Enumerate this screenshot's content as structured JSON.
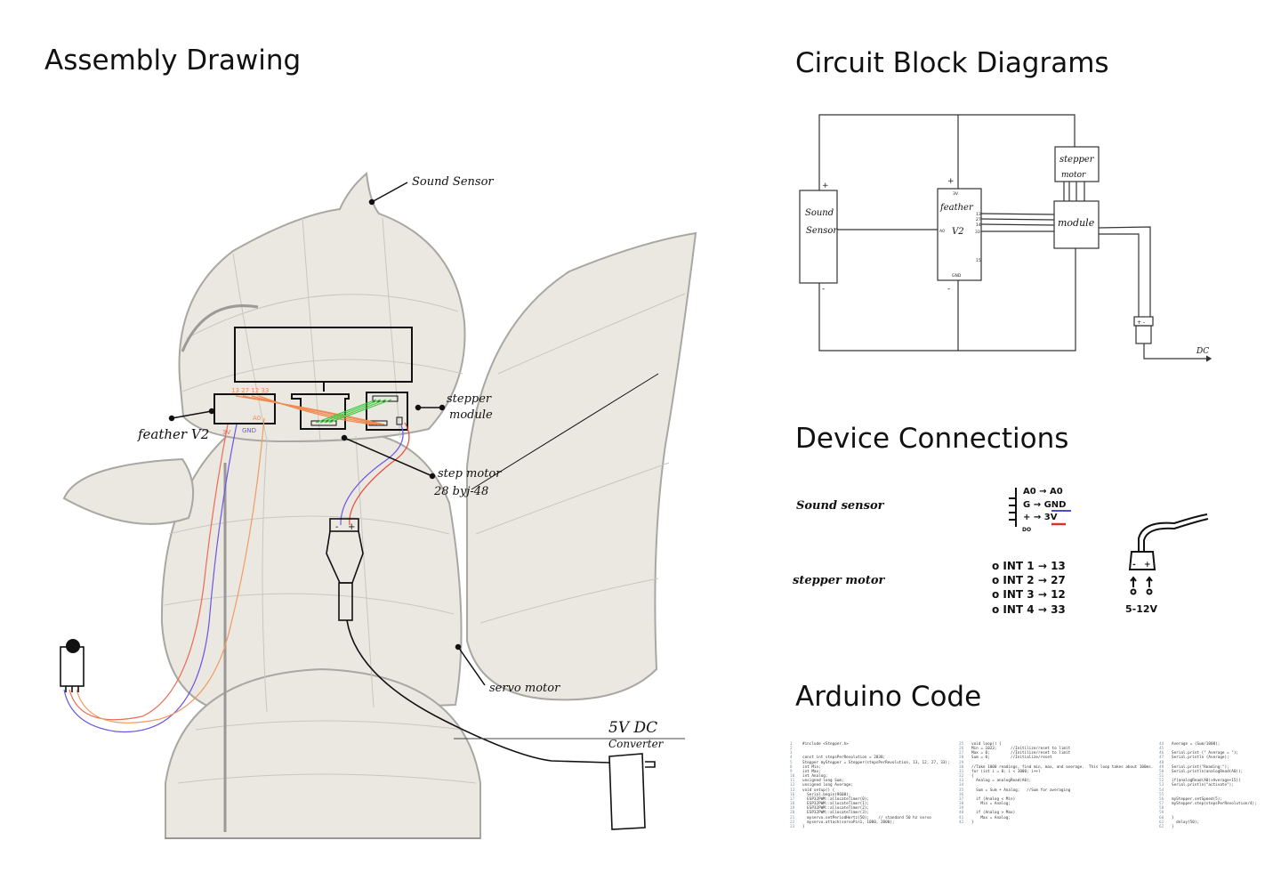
{
  "sections": {
    "assembly": "Assembly Drawing",
    "circuit": "Circuit Block Diagrams",
    "devices": "Device Connections",
    "code": "Arduino Code"
  },
  "assembly_labels": {
    "sound_sensor": "Sound Sensor",
    "feather": "feather V2",
    "stepper_module_1": "stepper",
    "stepper_module_2": "module",
    "step_motor_1": "step motor",
    "step_motor_2": "28 byj-48",
    "servo_motor": "servo motor",
    "dc_1": "5V DC",
    "dc_2": "Converter",
    "pins": "13 27 12 33",
    "pin_3v": "3V",
    "pin_gnd": "GND",
    "pin_a0": "A0",
    "connector_minus": "-",
    "connector_plus": "+"
  },
  "circuit": {
    "sound_sensor_1": "Sound",
    "sound_sensor_2": "Sensor",
    "feather_1": "feather",
    "feather_2": "V2",
    "pin_3v": "3V",
    "pin_a0": "A0",
    "pin_gnd": "GND",
    "pin_15": "15",
    "pins": [
      "13",
      "27",
      "14",
      "33"
    ],
    "stepper_1": "stepper",
    "stepper_2": "motor",
    "module": "module",
    "plus": "+",
    "minus": "-",
    "dc": "DC",
    "connector": "+ -"
  },
  "devices": {
    "sound_sensor": "Sound sensor",
    "sensor_pins": [
      {
        "from": "A0",
        "to": "A0"
      },
      {
        "from": "G",
        "to": "GND"
      },
      {
        "from": "+",
        "to": "3V"
      }
    ],
    "sensor_do": "DO",
    "stepper_motor": "stepper motor",
    "stepper_pins": [
      {
        "from": "INT 1",
        "to": "13"
      },
      {
        "from": "INT 2",
        "to": "27"
      },
      {
        "from": "INT 3",
        "to": "12"
      },
      {
        "from": "INT 4",
        "to": "33"
      }
    ],
    "power_minus": "-",
    "power_plus": "+",
    "power_label": "5-12V",
    "colors": {
      "gnd": "#4a4adf",
      "v3": "#e0302a"
    }
  },
  "code_columns": [
    [
      [
        "1",
        "#include <Stepper.h>"
      ],
      [
        "2",
        ""
      ],
      [
        "3",
        ""
      ],
      [
        "4",
        "const int stepsPerRevolution = 2038;"
      ],
      [
        "5",
        "Stepper myStepper = Stepper(stepsPerRevolution, 13, 12, 27, 33);"
      ],
      [
        "8",
        "int Min;"
      ],
      [
        "9",
        "int Max;"
      ],
      [
        "10",
        "int Analog;"
      ],
      [
        "11",
        "unsigned long Sum;"
      ],
      [
        "12",
        "unsigned long Average;"
      ],
      [
        "13",
        "void setup() {"
      ],
      [
        "16",
        "  Serial.begin(9600);"
      ],
      [
        "17",
        "  ESP32PWM::allocateTimer(0);"
      ],
      [
        "18",
        "  ESP32PWM::allocateTimer(1);"
      ],
      [
        "19",
        "  ESP32PWM::allocateTimer(2);"
      ],
      [
        "20",
        "  ESP32PWM::allocateTimer(3);"
      ],
      [
        "21",
        "  myservo.setPeriodHertz(50);    // standard 50 hz servo"
      ],
      [
        "22",
        "  myservo.attach(servoPin1, 1000, 2000);"
      ],
      [
        "23",
        "}"
      ]
    ],
    [
      [
        "25",
        "void loop() {"
      ],
      [
        "26",
        "Min = 1023;      //Initilize/reset to limit"
      ],
      [
        "27",
        "Max = 0;         //Initilize/reset to limit"
      ],
      [
        "28",
        "Sum = 0;         //Initialize/reset"
      ],
      [
        "29",
        ""
      ],
      [
        "30",
        "//Take 1000 readings, find min, max, and average.  This loop takes about 100ms."
      ],
      [
        "31",
        "for (int i = 0; i < 1000; i++)"
      ],
      [
        "32",
        "{"
      ],
      [
        "33",
        "  Analog = analogRead(A0);"
      ],
      [
        "34",
        ""
      ],
      [
        "35",
        "  Sum = Sum + Analog;   //Sum for averaging"
      ],
      [
        "36",
        ""
      ],
      [
        "37",
        "  if (Analog < Min)"
      ],
      [
        "38",
        "    Min = Analog;"
      ],
      [
        "39",
        ""
      ],
      [
        "40",
        "  if (Analog > Max)"
      ],
      [
        "41",
        "    Max = Analog;"
      ],
      [
        "42",
        "}"
      ]
    ],
    [
      [
        "44",
        "Average = (Sum/1000);"
      ],
      [
        "45",
        ""
      ],
      [
        "46",
        "Serial.print (\" Average = \");"
      ],
      [
        "47",
        "Serial.println (Average);"
      ],
      [
        "48",
        ""
      ],
      [
        "49",
        "Serial.print(\"Reading:\");"
      ],
      [
        "50",
        "Serial.println(analogRead(A0));"
      ],
      [
        "51",
        ""
      ],
      [
        "52",
        "if(analogRead(A0)>Average+15){"
      ],
      [
        "53",
        "Serial.println(\"activate\");"
      ],
      [
        "54",
        ""
      ],
      [
        "55",
        ""
      ],
      [
        "56",
        "myStepper.setSpeed(5);"
      ],
      [
        "57",
        "myStepper.step(stepsPerRevolution/4);"
      ],
      [
        "58",
        ""
      ],
      [
        "59",
        ""
      ],
      [
        "60",
        "}"
      ],
      [
        "61",
        "  delay(50);"
      ],
      [
        "62",
        "}"
      ]
    ]
  ]
}
